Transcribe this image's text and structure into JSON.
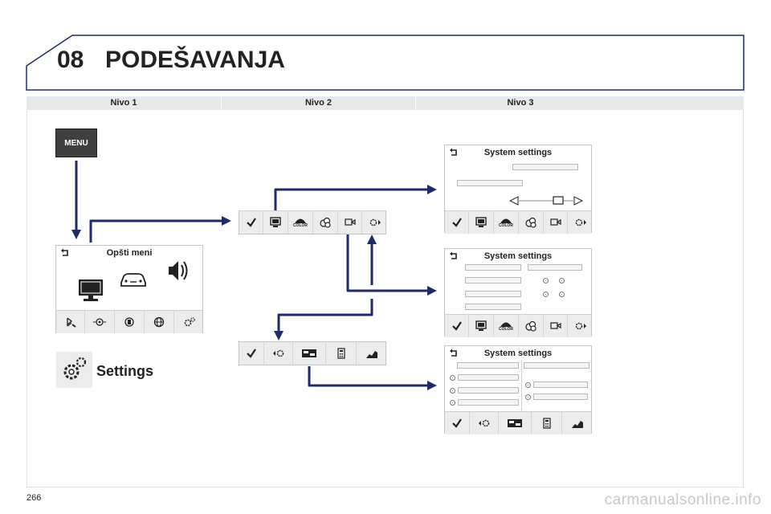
{
  "header": {
    "chapter_number": "08",
    "title": "PODEŠAVANJA"
  },
  "levels": [
    "Nivo 1",
    "Nivo 2",
    "Nivo 3"
  ],
  "menu_button_label": "MENU",
  "general_menu": {
    "title": "Opšti meni",
    "icons": [
      "monitor-icon",
      "car-icon",
      "speaker-icon"
    ],
    "bar_icons": [
      "phone-bluetooth-icon",
      "navigation-icon",
      "radio-icon",
      "globe-icon",
      "gear-icon"
    ]
  },
  "settings": {
    "label": "Settings",
    "icon": "gear-icon"
  },
  "level2": {
    "bar_a_icons": [
      "check-icon",
      "display-icon",
      "color-icon",
      "units-icon",
      "language-icon",
      "gear-next-icon"
    ],
    "bar_b_icons": [
      "check-icon",
      "gear-back-icon",
      "date-time-icon",
      "calculator-icon",
      "signal-icon"
    ],
    "color_text": "COLOR"
  },
  "level3": [
    {
      "title": "System settings",
      "bar_icons": [
        "check-icon",
        "display-icon",
        "color-icon",
        "units-icon",
        "language-icon",
        "gear-next-icon"
      ]
    },
    {
      "title": "System settings",
      "bar_icons": [
        "check-icon",
        "display-icon",
        "color-icon",
        "units-icon",
        "language-icon",
        "gear-next-icon"
      ]
    },
    {
      "title": "System settings",
      "bar_icons": [
        "check-icon",
        "gear-back-icon",
        "date-time-icon",
        "calculator-icon",
        "signal-icon"
      ]
    }
  ],
  "colors": {
    "arrow": "#1f2a6b",
    "header_line": "#1f2a6b",
    "panel_gray": "#ececec"
  },
  "footer": {
    "page_number": "266",
    "watermark": "carmanualsonline.info"
  }
}
